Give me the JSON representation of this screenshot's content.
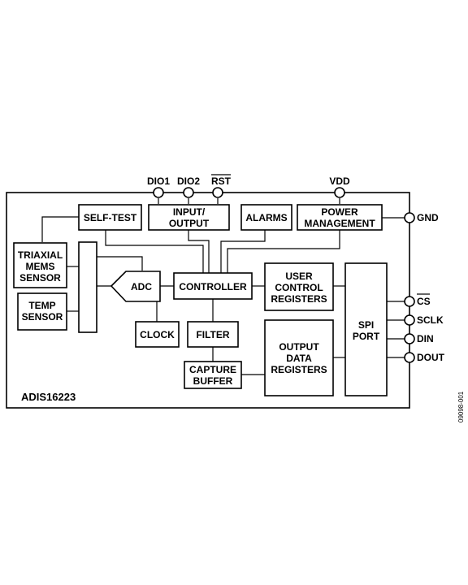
{
  "diagram": {
    "part_number": "ADIS16223",
    "figure_code": "09098-001",
    "blocks": {
      "self_test": [
        "SELF-TEST"
      ],
      "input_output": [
        "INPUT/",
        "OUTPUT"
      ],
      "alarms": [
        "ALARMS"
      ],
      "power_management": [
        "POWER",
        "MANAGEMENT"
      ],
      "triaxial_mems_sensor": [
        "TRIAXIAL",
        "MEMS",
        "SENSOR"
      ],
      "temp_sensor": [
        "TEMP",
        "SENSOR"
      ],
      "adc": [
        "ADC"
      ],
      "controller": [
        "CONTROLLER"
      ],
      "user_control_registers": [
        "USER",
        "CONTROL",
        "REGISTERS"
      ],
      "spi_port": [
        "SPI",
        "PORT"
      ],
      "clock": [
        "CLOCK"
      ],
      "filter": [
        "FILTER"
      ],
      "capture_buffer": [
        "CAPTURE",
        "BUFFER"
      ],
      "output_data_registers": [
        "OUTPUT",
        "DATA",
        "REGISTERS"
      ]
    },
    "pins": {
      "dio1": "DIO1",
      "dio2": "DIO2",
      "rst": "RST",
      "vdd": "VDD",
      "gnd": "GND",
      "cs": "CS",
      "sclk": "SCLK",
      "din": "DIN",
      "dout": "DOUT"
    }
  }
}
